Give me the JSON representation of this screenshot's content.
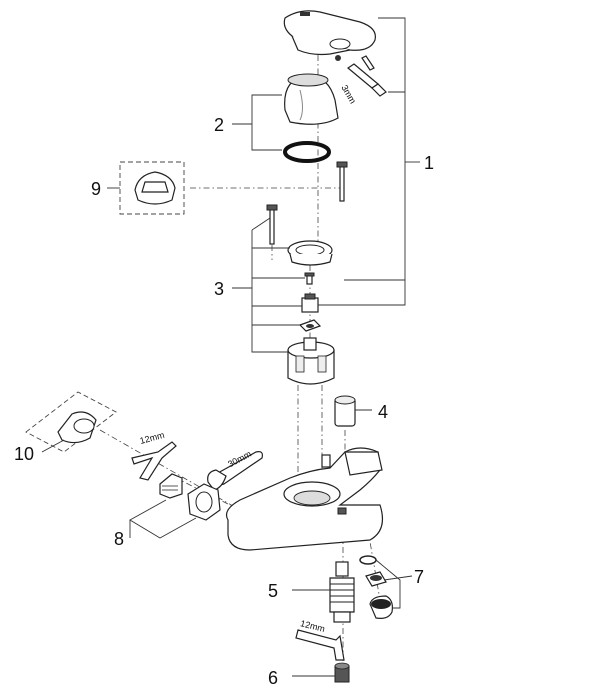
{
  "callouts": {
    "c1": "1",
    "c2": "2",
    "c3": "3",
    "c4": "4",
    "c5": "5",
    "c6": "6",
    "c7": "7",
    "c8": "8",
    "c9": "9",
    "c10": "10"
  },
  "tool_labels": {
    "hex_3mm": "3mm",
    "hex_12mm_top": "12mm",
    "wrench_30mm": "30mm",
    "hex_12mm_bottom": "12mm"
  }
}
